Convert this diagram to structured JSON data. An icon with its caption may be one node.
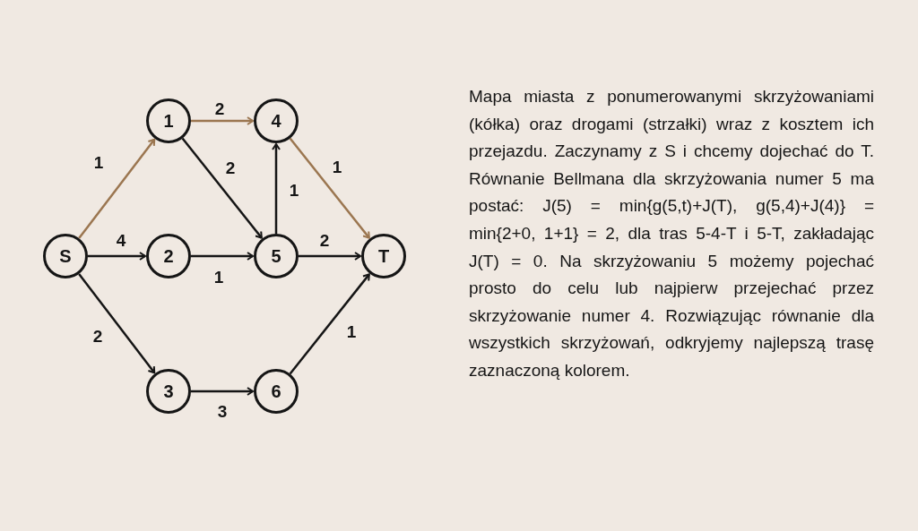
{
  "diagram": {
    "nodes": [
      {
        "text": [
          "S"
        ]
      },
      {
        "text": [
          "1"
        ]
      },
      {
        "text": [
          "4"
        ]
      },
      {
        "text": [
          "2"
        ]
      },
      {
        "text": [
          "5"
        ]
      },
      {
        "text": [
          "T"
        ]
      },
      {
        "text": [
          "3"
        ]
      },
      {
        "text": [
          "6"
        ]
      }
    ],
    "edges": [
      {
        "from": 0,
        "to": 1,
        "arrow": "to",
        "label": "1",
        "color": "#9b7650"
      },
      {
        "from": 1,
        "to": 2,
        "arrow": "to",
        "label": "2",
        "color": "#9b7650"
      },
      {
        "from": 0,
        "to": 3,
        "arrow": "to",
        "label": "4"
      },
      {
        "from": 1,
        "to": 4,
        "arrow": "to",
        "label": "2"
      },
      {
        "from": 4,
        "to": 2,
        "arrow": "to",
        "label": "1"
      },
      {
        "from": 2,
        "to": 5,
        "arrow": "to",
        "label": "1",
        "color": "#9b7650"
      },
      {
        "from": 3,
        "to": 4,
        "arrow": "to",
        "label": "1"
      },
      {
        "from": 4,
        "to": 5,
        "arrow": "to",
        "label": "2"
      },
      {
        "from": 0,
        "to": 6,
        "arrow": "to",
        "label": "2"
      },
      {
        "from": 7,
        "to": 5,
        "arrow": "to",
        "label": "1"
      },
      {
        "from": 6,
        "to": 7,
        "arrow": "to",
        "label": "3"
      }
    ],
    "labels": [
      "Mapa miasta z ponumerowanymi skrzyżowaniami (kółka) oraz drogami (strzałki) wraz z kosztem ich przejazdu. Zaczynamy z S i chcemy dojechać do T. Równanie Bellmana dla skrzyżowania numer 5 ma postać: J(5) = min{g(5,t)+J(T), g(5,4)+J(4)} = min{2+0, 1+1} = 2, dla tras 5-4-T i 5-T, zakładając J(T) = 0. Na skrzyżowaniu 5 możemy pojechać prosto do celu lub najpierw przejechać przez skrzyżowanie numer 4. Rozwiązując równanie dla wszystkich skrzyżowań, odkryjemy najlepszą trasę zaznaczoną kolorem."
    ]
  }
}
